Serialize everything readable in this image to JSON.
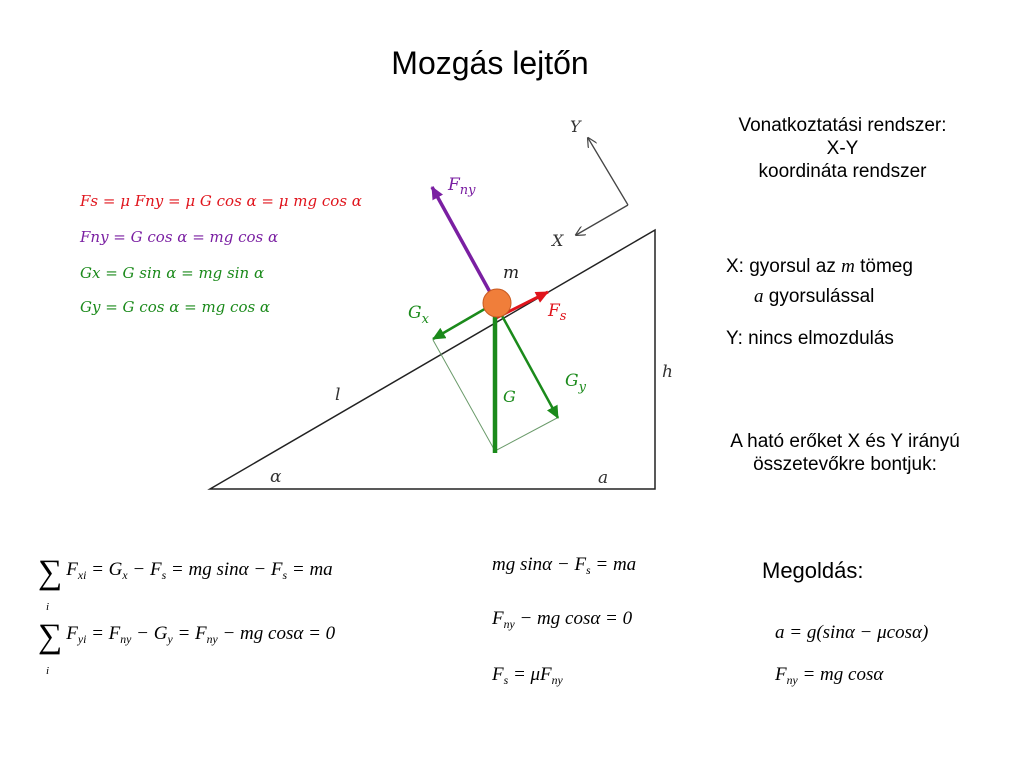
{
  "title": "Mozgás lejtőn",
  "reference_frame": {
    "line1": "Vonatkoztatási rendszer:",
    "line2": "X-Y",
    "line3": "koordináta rendszer"
  },
  "x_text": {
    "prefix": "X: gyorsul az ",
    "m": "m",
    "suffix": " tömeg",
    "a": "a",
    "line2_suffix": " gyorsulással"
  },
  "y_text": "Y: nincs elmozdulás",
  "decompose_text": {
    "line1": "A ható erőket  X és Y irányú",
    "line2": "összetevőkre bontjuk:"
  },
  "solution_label": "Megoldás:",
  "diagram_labels": {
    "Y": "Y",
    "X": "X",
    "Fny": "F",
    "Fny_sub": "ny",
    "m": "m",
    "Gx": "G",
    "Gx_sub": "x",
    "Fs": "F",
    "Fs_sub": "s",
    "Gy": "G",
    "Gy_sub": "y",
    "G": "G",
    "h": "h",
    "l": "l",
    "alpha": "α",
    "a": "a"
  },
  "handwritten": {
    "line1": "Fs = μ Fny = μ G cos α = μ mg cos α",
    "line2": "Fny = G cos α = mg cos α",
    "line3": "Gx = G sin α = mg sin α",
    "line4": "Gy = G cos α = mg cos α"
  },
  "colors": {
    "red": "#e0141c",
    "purple": "#7a1fa2",
    "green": "#1b8a1b",
    "mass": "#f07e3a",
    "gray": "#555555"
  },
  "equations": {
    "sum_x": {
      "sum_index": "i",
      "lhs_F": "F",
      "lhs_sub": "xi",
      "rest": "= G",
      "Gsub": "x",
      "minus_F": " − F",
      "Fsub": "s",
      "tail": " = mg sinα − F",
      "tail_sub": "s",
      "end": " = ma"
    },
    "sum_y": {
      "sum_index": "i",
      "lhs_F": "F",
      "lhs_sub": "yi",
      "p1": "= F",
      "p1_sub": "ny",
      "p2": " − G",
      "p2_sub": "y",
      "p3": " = F",
      "p3_sub": "ny",
      "p4": " − mg cosα = 0"
    },
    "mid1": {
      "a": "mg sinα − F",
      "sub": "s",
      "b": "  = ma"
    },
    "mid2": {
      "a": "F",
      "sub": "ny",
      "b": " − mg cosα = 0"
    },
    "mid3": {
      "a": "F",
      "sub": "s",
      "b": " = μF",
      "sub2": "ny"
    },
    "sol1": "a = g(sinα − μcosα)",
    "sol2": {
      "a": "F",
      "sub": "ny",
      "b": " = mg cosα"
    }
  }
}
